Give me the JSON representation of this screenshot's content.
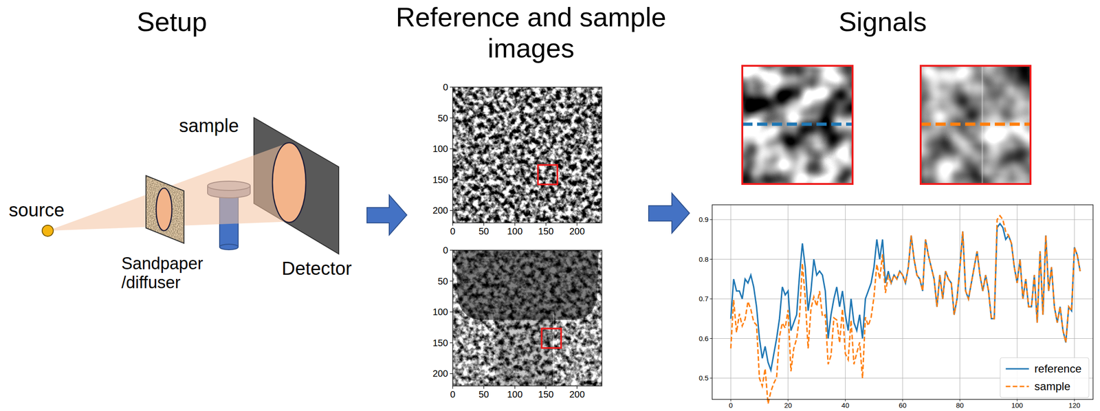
{
  "diagram": {
    "labels": [
      "Setup",
      "Reference and sample images",
      "Signals",
      "source",
      "Sandpaper /diffuser",
      "sample",
      "Detector",
      "0",
      "50",
      "100",
      "150",
      "200",
      "0",
      "50",
      "100",
      "150",
      "200",
      "0",
      "50",
      "100",
      "150",
      "200",
      "0",
      "50",
      "100",
      "150",
      "200",
      "0.5",
      "0.6",
      "0.7",
      "0.8",
      "0.9",
      "0",
      "20",
      "40",
      "60",
      "80",
      "100",
      "120"
    ],
    "legend": [
      {
        "text": "reference"
      },
      {
        "text": "sample"
      }
    ]
  }
}
